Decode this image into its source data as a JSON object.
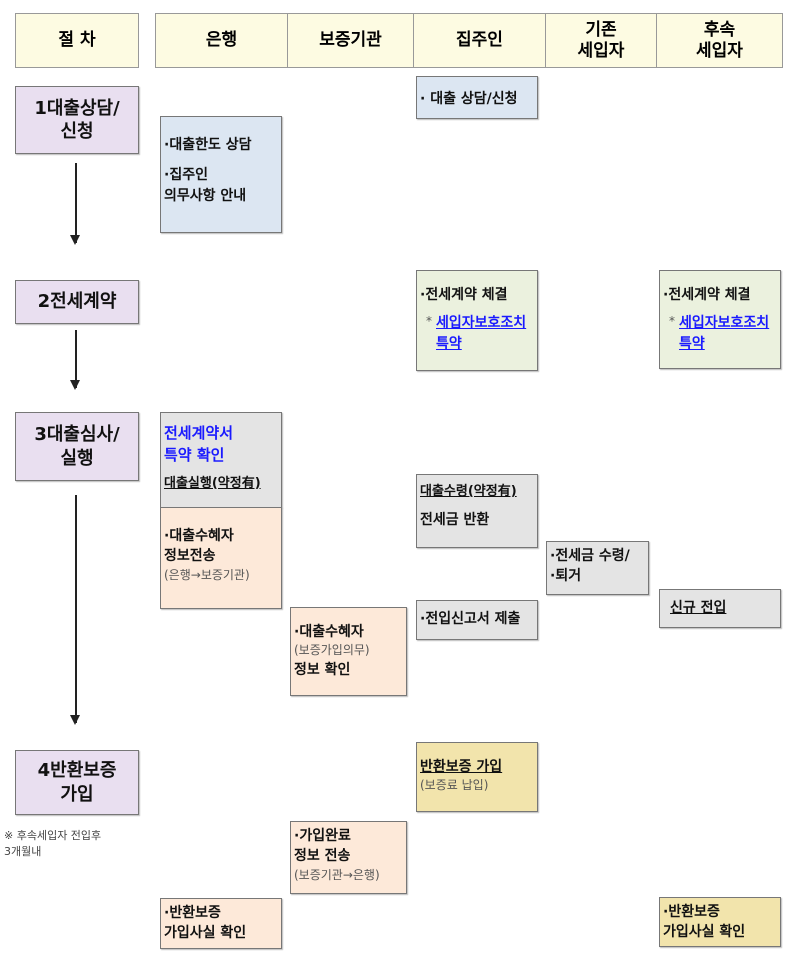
{
  "headers": {
    "step": "절  차",
    "bank": "은행",
    "guarantor": "보증기관",
    "landlord": "집주인",
    "existing_tenant": "기존\n세입자",
    "new_tenant": "후속\n세입자"
  },
  "steps": [
    "1대출상담/\n신청",
    "2전세계약",
    "3대출심사/\n실행",
    "4반환보증\n가입"
  ],
  "note": "※ 후속세입자 전입후\n    3개월내",
  "boxes": {
    "landlord_consult": "· 대출 상담/신청",
    "bank_limit": "·대출한도 상담",
    "bank_duty": "·집주인\n의무사항 안내",
    "landlord_contract": "·전세계약 체결",
    "landlord_special_star": "*",
    "landlord_special": "세입자보호조치\n특약",
    "new_contract": "·전세계약 체결",
    "new_special_star": "*",
    "new_special": "세입자보호조치\n특약",
    "bank_check": "전세계약서\n특약 확인",
    "bank_exec": "대출실행(약정有)",
    "bank_send": "·대출수혜자\n정보전송",
    "bank_send_sub": "(은행→보증기관)",
    "landlord_receive": "대출수령(약정有)",
    "landlord_return": "전세금 반환",
    "existing_receive": "·전세금 수령/\n·퇴거",
    "new_move": "신규 전입",
    "landlord_report": "·전입신고서 제출",
    "guar_check1": "·대출수혜자",
    "guar_check_sub": "(보증가입의무)",
    "guar_check2": "정보 확인",
    "landlord_join": "반환보증 가입",
    "landlord_join_sub": "(보증료 납입)",
    "guar_done": "·가입완료\n정보 전송",
    "guar_done_sub": "(보증기관→은행)",
    "bank_confirm": "·반환보증\n가입사실 확인",
    "new_confirm": "·반환보증\n가입사실 확인"
  }
}
